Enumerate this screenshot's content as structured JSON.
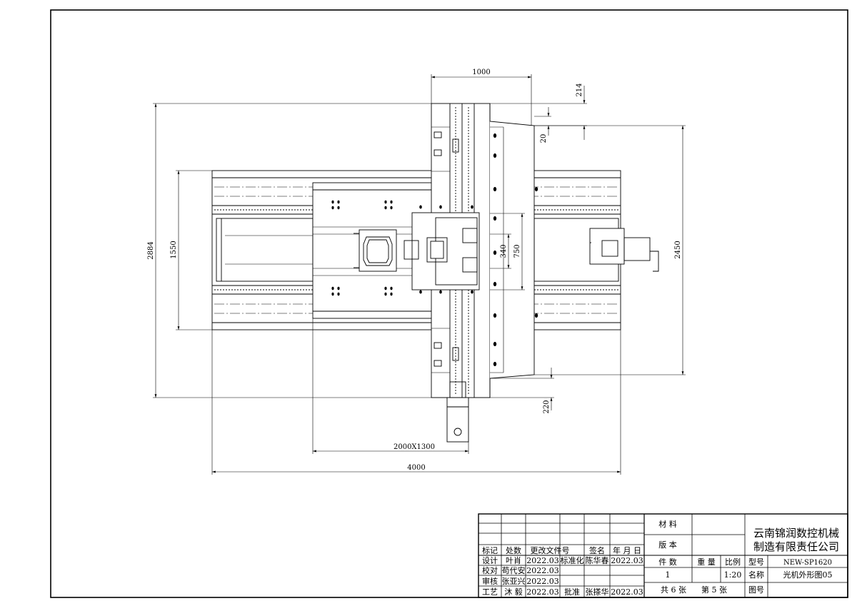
{
  "dimensions": {
    "top_width": "1000",
    "top_gap_a": "214",
    "top_gap_b": "20",
    "left_overall": "2884",
    "left_inner": "1550",
    "right_overall": "2450",
    "center_a": "340",
    "center_b": "750",
    "bottom_gap": "220",
    "table_size": "2000X1300",
    "overall_length": "4000"
  },
  "title_block": {
    "company_line1": "云南锦润数控机械",
    "company_line2": "制造有限责任公司",
    "material_label": "材 料",
    "version_label": "版 本",
    "header": {
      "mark": "标记",
      "count": "处数",
      "change_doc": "更改文件号",
      "sign": "签名",
      "date": "年 月 日"
    },
    "rows": [
      {
        "role": "设计",
        "name": "叶肖",
        "date": "2022.03"
      },
      {
        "role": "校对",
        "name": "苟代安",
        "date": "2022.03"
      },
      {
        "role": "审核",
        "name": "张亚兴",
        "date": "2022.03"
      },
      {
        "role": "工艺",
        "name": "沐 毅",
        "date": "2022.03"
      }
    ],
    "standard_label": "标准化",
    "standard_name": "陈华春",
    "standard_date": "2022.03",
    "approve_label": "批准",
    "approve_name": "张搽华",
    "approve_date": "2022.03",
    "pieces_label": "件 数",
    "weight_label": "重 量",
    "scale_label": "比例",
    "pieces_value": "1",
    "scale_value": "1:20",
    "model_label": "型号",
    "model_value": "NEW-SP1620",
    "name_label": "名称",
    "name_value": "光机外形图05",
    "drawing_no_label": "图号",
    "total_sheets": "共 6 张",
    "sheet_no": "第 5 张"
  }
}
